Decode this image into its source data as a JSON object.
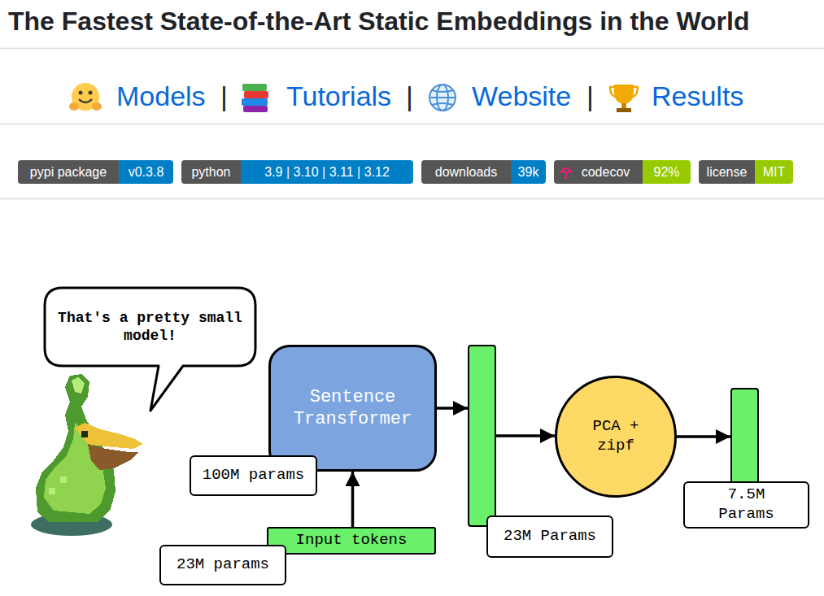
{
  "diagram": {
    "title": "The Fastest State-of-the-Art Static Embeddings in the World",
    "nodes": [
      {
        "text": [
          "That's a pretty small model!"
        ]
      },
      {
        "text": [
          "Input tokens"
        ]
      },
      {
        "text": [
          "23M params"
        ]
      },
      {
        "text": [
          "Sentence Transformer"
        ]
      },
      {
        "text": [
          "100M params"
        ]
      },
      {
        "text": [
          "23M Params"
        ]
      },
      {
        "text": [
          "PCA + zipf"
        ]
      },
      {
        "text": [
          "7.5M Params"
        ]
      }
    ],
    "edges": [
      {
        "from": 1,
        "to": 3,
        "arrow": "to"
      },
      {
        "from": 3,
        "to": 5,
        "arrow": "to"
      },
      {
        "from": 5,
        "to": 6,
        "arrow": "to"
      },
      {
        "from": 6,
        "to": 7,
        "arrow": "to"
      }
    ],
    "labels": [
      "Models",
      "|",
      "Tutorials",
      "|",
      "Website",
      "|",
      "Results",
      "pypi package",
      "v0.3.8",
      "python",
      "3.9 | 3.10 | 3.11 | 3.12",
      "downloads",
      "39k",
      "codecov",
      "92%",
      "license",
      "MIT"
    ]
  }
}
